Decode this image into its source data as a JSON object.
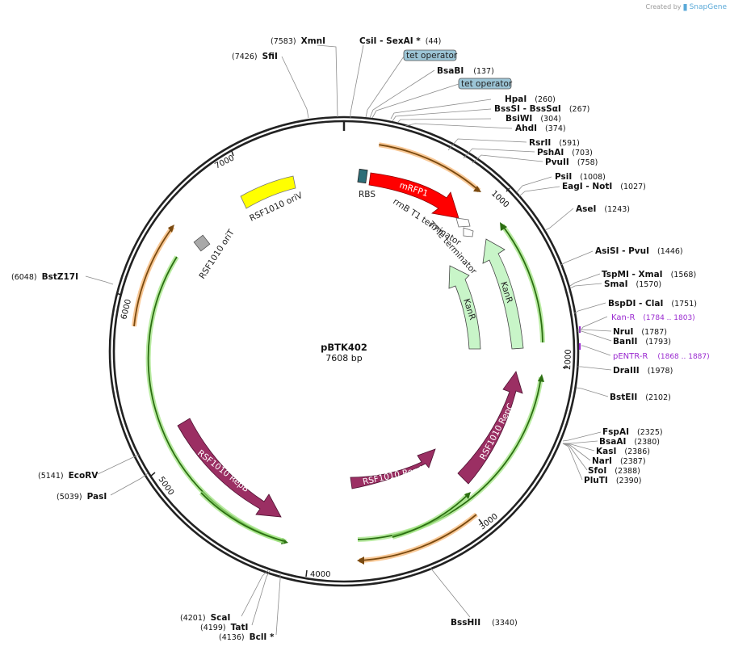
{
  "header": {
    "credit_prefix": "Created by",
    "credit_brand": "SnapGene"
  },
  "plasmid": {
    "name": "pBTK402",
    "size": "7608 bp",
    "length": 7608
  },
  "ticks": [
    "1000",
    "2000",
    "3000",
    "4000",
    "5000",
    "6000",
    "7000"
  ],
  "sites": [
    {
      "name": "XmnI",
      "pos": "(7583)",
      "bp": 7583
    },
    {
      "name": "CsiI - SexAI *",
      "pos": "(44)",
      "bp": 44
    },
    {
      "name": "SfiI",
      "pos": "(7426)",
      "bp": 7426
    },
    {
      "name": "BsaBI",
      "pos": "(137)",
      "bp": 137
    },
    {
      "name": "HpaI",
      "pos": "(260)",
      "bp": 260
    },
    {
      "name": "BssSI - BssSαI",
      "pos": "(267)",
      "bp": 267
    },
    {
      "name": "BsiWI",
      "pos": "(304)",
      "bp": 304
    },
    {
      "name": "AhdI",
      "pos": "(374)",
      "bp": 374
    },
    {
      "name": "RsrII",
      "pos": "(591)",
      "bp": 591
    },
    {
      "name": "PshAI",
      "pos": "(703)",
      "bp": 703
    },
    {
      "name": "PvuII",
      "pos": "(758)",
      "bp": 758
    },
    {
      "name": "PsiI",
      "pos": "(1008)",
      "bp": 1008
    },
    {
      "name": "EagI - NotI",
      "pos": "(1027)",
      "bp": 1027
    },
    {
      "name": "AseI",
      "pos": "(1243)",
      "bp": 1243
    },
    {
      "name": "AsiSI - PvuI",
      "pos": "(1446)",
      "bp": 1446
    },
    {
      "name": "TspMI - XmaI",
      "pos": "(1568)",
      "bp": 1568
    },
    {
      "name": "SmaI",
      "pos": "(1570)",
      "bp": 1570
    },
    {
      "name": "BspDI - ClaI",
      "pos": "(1751)",
      "bp": 1751
    },
    {
      "name": "NruI",
      "pos": "(1787)",
      "bp": 1787
    },
    {
      "name": "BanII",
      "pos": "(1793)",
      "bp": 1793
    },
    {
      "name": "DraIII",
      "pos": "(1978)",
      "bp": 1978
    },
    {
      "name": "BstEII",
      "pos": "(2102)",
      "bp": 2102
    },
    {
      "name": "FspAI",
      "pos": "(2325)",
      "bp": 2325
    },
    {
      "name": "BsaAI",
      "pos": "(2380)",
      "bp": 2380
    },
    {
      "name": "KasI",
      "pos": "(2386)",
      "bp": 2386
    },
    {
      "name": "NarI",
      "pos": "(2387)",
      "bp": 2387
    },
    {
      "name": "SfoI",
      "pos": "(2388)",
      "bp": 2388
    },
    {
      "name": "PluTI",
      "pos": "(2390)",
      "bp": 2390
    },
    {
      "name": "BssHII",
      "pos": "(3340)",
      "bp": 3340
    },
    {
      "name": "BclI *",
      "pos": "(4136)",
      "bp": 4136
    },
    {
      "name": "TatI",
      "pos": "(4199)",
      "bp": 4199
    },
    {
      "name": "ScaI",
      "pos": "(4201)",
      "bp": 4201
    },
    {
      "name": "PasI",
      "pos": "(5039)",
      "bp": 5039
    },
    {
      "name": "EcoRV",
      "pos": "(5141)",
      "bp": 5141
    },
    {
      "name": "BstZ17I",
      "pos": "(6048)",
      "bp": 6048
    }
  ],
  "primers": [
    {
      "name": "Kan-R",
      "range": "(1784 .. 1803)"
    },
    {
      "name": "pENTR-R",
      "range": "(1868 .. 1887)"
    }
  ],
  "features": {
    "tet_operator": "tet operator",
    "rbs": "RBS",
    "mrfp1": "mRFP1",
    "rrnb": "rrnB T1 terminator",
    "t7te": "T7Te terminator",
    "kanr": "KanR",
    "orit": "RSF1010 oriT",
    "oriv": "RSF1010 oriV",
    "repa": "RSF1010 RepA",
    "repb": "RSF1010 RepB",
    "repc": "RSF1010 RepC"
  },
  "colors": {
    "backbone": "#222222",
    "mrfp1": "#ff0000",
    "oriv": "#ffff00",
    "kanr": "#c8f5c8",
    "rep": "#9b2f63",
    "orit": "#a9a9a9",
    "rbs": "#2d6e78",
    "operator": "#9cc5d6",
    "primer": "#9a2ad0",
    "orf_orange": "#f5b06a",
    "orf_green": "#9be37a"
  }
}
